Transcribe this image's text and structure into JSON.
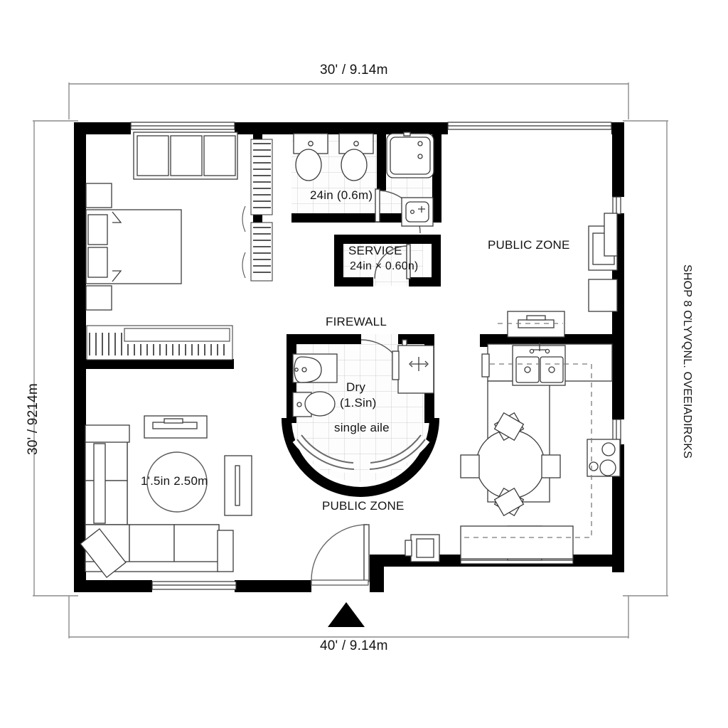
{
  "plan": {
    "title_top_dimension": "30' / 9.14m",
    "title_bottom_dimension": "40' / 9.14m",
    "left_dimension": "30' / 9214m",
    "right_note": "SHOP 8 ƠLYVQNL. OVEEIADIRCKS",
    "labels": {
      "bath_clearance": "24in (0.6m)",
      "service": "SERVICE",
      "service_dimension": "24in × 0.60n)",
      "firewall": "FIREWALL",
      "powder_dry": "Dry",
      "powder_dim": "(1.Sin)",
      "powder_aisle": "single aile",
      "zone_public_upper": "PUBLIC ZONE",
      "zone_public_lower": "PUBLIC ZONE",
      "living_circle": "1'.5in  2.50m"
    },
    "colors": {
      "wall": "#000000",
      "furniture_stroke": "#3c3c3c",
      "tile_grid": "#c8c8c8",
      "dimension_line": "#8c8c8c",
      "dashed_overhead": "#7a7a7a"
    },
    "rooms": [
      {
        "name": "bedroom",
        "zone": "private"
      },
      {
        "name": "living-room",
        "zone": "public"
      },
      {
        "name": "bathroom-double",
        "zone": "service"
      },
      {
        "name": "service-closet",
        "zone": "service"
      },
      {
        "name": "powder-room",
        "zone": "service"
      },
      {
        "name": "kitchen",
        "zone": "public"
      },
      {
        "name": "dining",
        "zone": "public"
      }
    ],
    "fixtures": [
      "toilet",
      "toilet",
      "bathtub",
      "lavatory",
      "sink",
      "toilet",
      "shower",
      "double-sink",
      "cooktop",
      "cooktop",
      "refrigerator",
      "bed-queen",
      "nightstand",
      "nightstand",
      "wardrobe",
      "sectional-sofa",
      "armchair",
      "coffee-table",
      "tv-console",
      "dining-table-round",
      "dining-chair",
      "dining-chair",
      "dining-chair",
      "dining-chair",
      "dining-chair",
      "dining-chair"
    ]
  }
}
